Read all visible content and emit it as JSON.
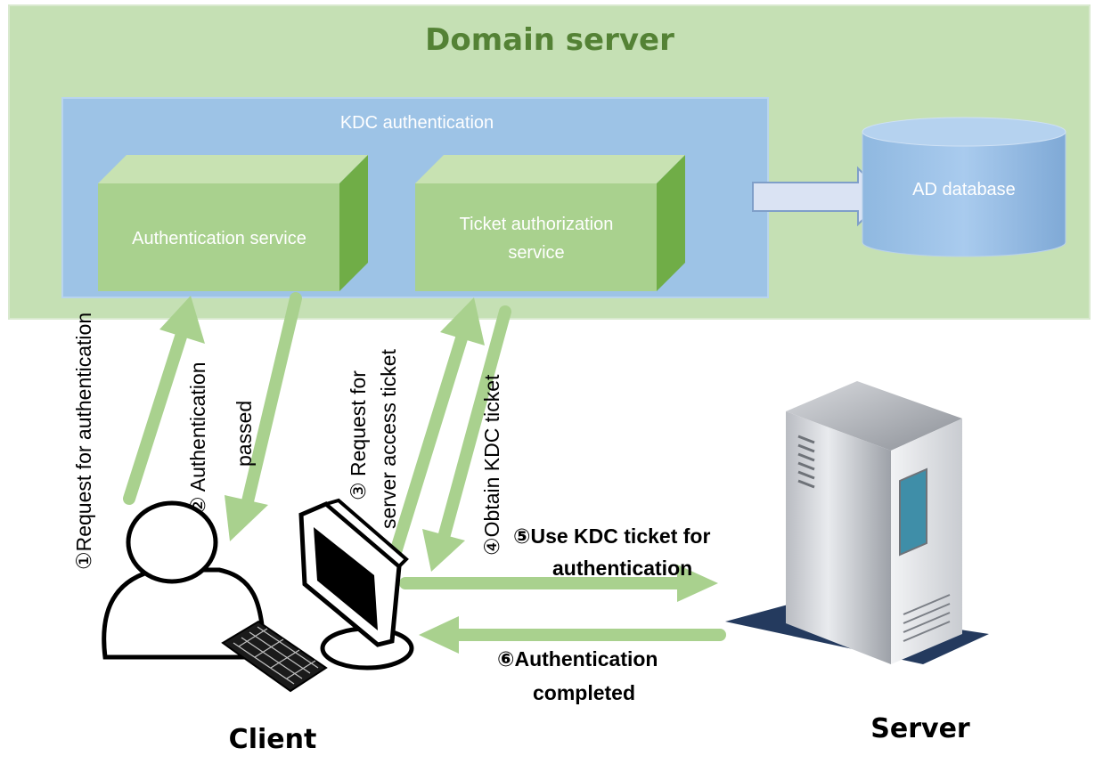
{
  "domain_server": {
    "title": "Domain server"
  },
  "kdc": {
    "title": "KDC authentication"
  },
  "services": {
    "authentication": {
      "label": "Authentication service"
    },
    "ticket": {
      "line1": "Ticket authorization",
      "line2": "service"
    }
  },
  "database": {
    "label": "AD database"
  },
  "steps": {
    "s1": "①Request for authentication",
    "s2_line1": "②  Authentication",
    "s2_line2": "passed",
    "s3_line1": "③  Request for",
    "s3_line2": "server access ticket",
    "s4": "④Obtain KDC ticket",
    "s5_line1": "⑤Use KDC ticket for",
    "s5_line2": "authentication",
    "s6_line1": "⑥Authentication",
    "s6_line2": "completed"
  },
  "actors": {
    "client": "Client",
    "server": "Server"
  },
  "colors": {
    "domain_bg": "#c5e0b4",
    "kdc_bg": "#9dc3e6",
    "box_front": "#a9d18e",
    "box_side": "#70ad47",
    "arrow": "#a9d18e",
    "title_text": "#548235"
  }
}
